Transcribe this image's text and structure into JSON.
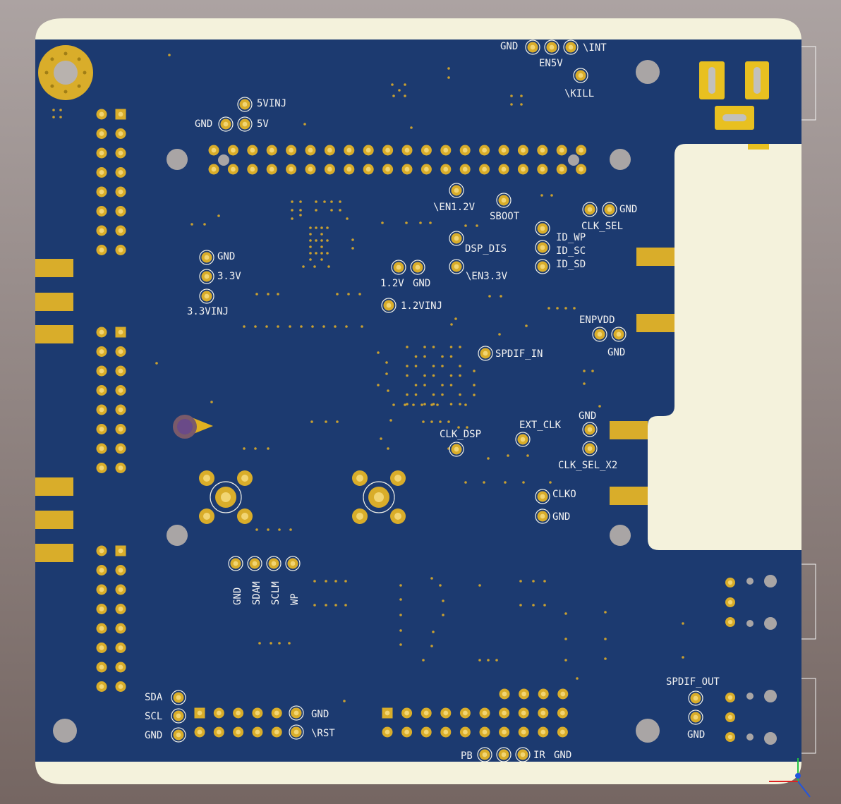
{
  "colors": {
    "background_top": "#aca3a2",
    "background_bottom": "#756662",
    "board_edge": "#f4f2dc",
    "soldermask": "#1c3a70",
    "copper": "#d9ad2a",
    "pad_ring": "#f0f0e8",
    "silkscreen": "#f2f2f2",
    "hole": "#a9a5a5"
  },
  "labels": {
    "top_connector": {
      "gnd": "GND",
      "en5v": "EN5V",
      "int": "\\INT",
      "kill": "\\KILL"
    },
    "injection": {
      "v5inj": "5VINJ",
      "gnd": "GND",
      "v5": "5V"
    },
    "rail_33": {
      "gnd": "GND",
      "v33": "3.3V",
      "v33inj": "3.3VINJ"
    },
    "dsp": {
      "en12": "\\EN1.2V",
      "sboot": "SBOOT",
      "dsp_dis": "DSP_DIS",
      "en33": "\\EN3.3V",
      "v12": "1.2V",
      "gnd": "GND",
      "v12inj": "1.2VINJ",
      "spdif_in": "SPDIF_IN"
    },
    "id": {
      "clk_sel": "CLK_SEL",
      "gnd": "GND",
      "id_wp": "ID_WP",
      "id_sc": "ID_SC",
      "id_sd": "ID_SD"
    },
    "power": {
      "enpvdd": "ENPVDD",
      "gnd": "GND"
    },
    "clock": {
      "clk_dsp": "CLK_DSP",
      "ext_clk": "EXT_CLK",
      "gnd": "GND",
      "clk_sel_x2": "CLK_SEL_X2",
      "clko": "CLKO",
      "gnd2": "GND"
    },
    "i2c_vertical": {
      "gnd": "GND",
      "sdam": "SDAM",
      "sclm": "SCLM",
      "wp": "WP"
    },
    "bottom_left": {
      "sda": "SDA",
      "scl": "SCL",
      "gnd": "GND",
      "gnd_right": "GND",
      "rst": "\\RST"
    },
    "bottom_center": {
      "pb": "PB",
      "ir": "IR",
      "gnd": "GND"
    },
    "spdif_out": {
      "label": "SPDIF_OUT",
      "gnd": "GND"
    }
  },
  "icons": {
    "mounting_hole": "mounting-hole-icon",
    "origin_marker": "origin-marker-icon",
    "axis_gizmo": "axis-gizmo-icon"
  }
}
